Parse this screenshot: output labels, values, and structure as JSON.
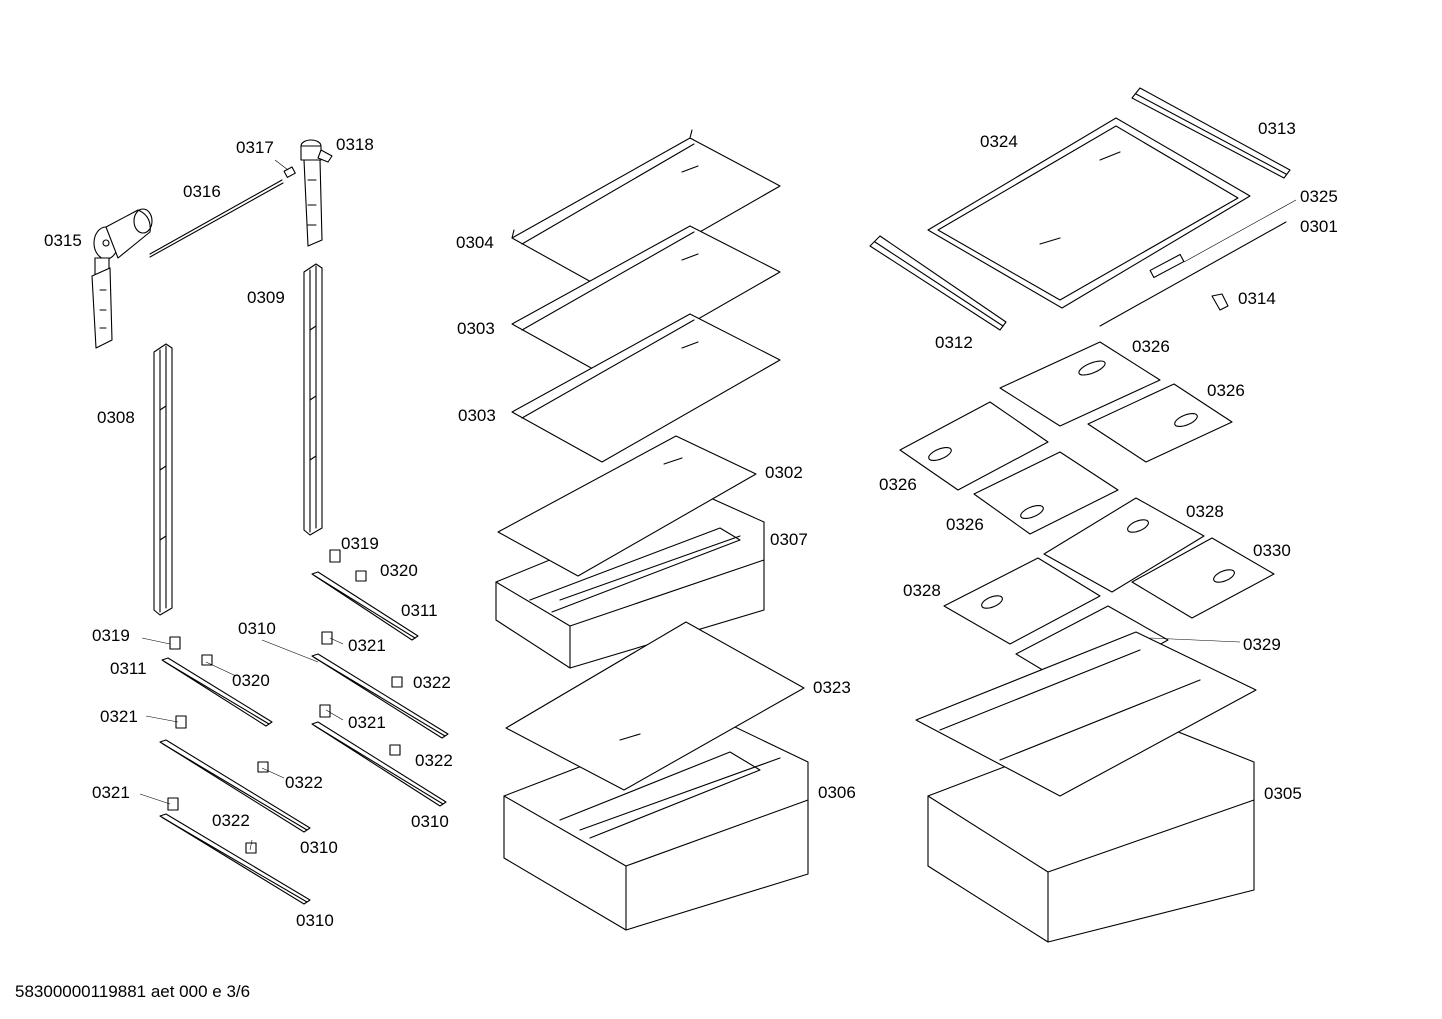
{
  "labels": {
    "p0301": "0301",
    "p0302": "0302",
    "p0303a": "0303",
    "p0303b": "0303",
    "p0304": "0304",
    "p0305": "0305",
    "p0306": "0306",
    "p0307": "0307",
    "p0308": "0308",
    "p0309": "0309",
    "p0310a": "0310",
    "p0310b": "0310",
    "p0310c": "0310",
    "p0310d": "0310",
    "p0311a": "0311",
    "p0311b": "0311",
    "p0312": "0312",
    "p0313": "0313",
    "p0314": "0314",
    "p0315": "0315",
    "p0316": "0316",
    "p0317": "0317",
    "p0318": "0318",
    "p0319a": "0319",
    "p0319b": "0319",
    "p0320a": "0320",
    "p0320b": "0320",
    "p0321a": "0321",
    "p0321b": "0321",
    "p0321c": "0321",
    "p0321d": "0321",
    "p0322a": "0322",
    "p0322b": "0322",
    "p0322c": "0322",
    "p0322d": "0322",
    "p0323": "0323",
    "p0324": "0324",
    "p0325": "0325",
    "p0326a": "0326",
    "p0326b": "0326",
    "p0326c": "0326",
    "p0326d": "0326",
    "p0328a": "0328",
    "p0328b": "0328",
    "p0329": "0329",
    "p0330": "0330"
  },
  "footer": "58300000119881 aet 000 e 3/6"
}
